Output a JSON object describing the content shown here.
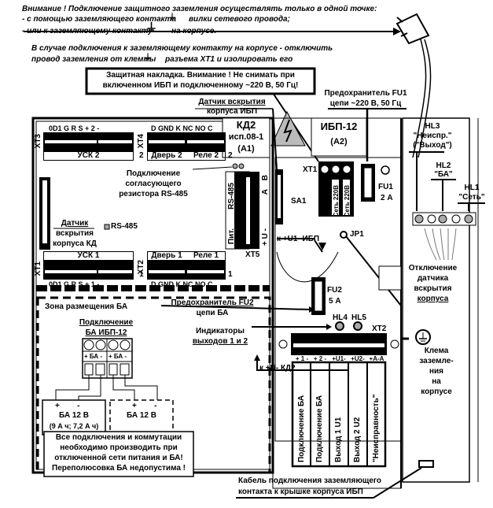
{
  "warning_top": {
    "line1": "Внимание ! Подключение защитного заземления осуществлять только в одной точке:",
    "line2_a": "- с помощью заземляющего контакта",
    "line2_b": "вилки сетевого провода;",
    "line3_a": "- или к заземляющему контакту",
    "line3_b": "на корпусе.",
    "line4": "В случае подключения к заземляющему контакту на корпусе - отключить",
    "line5_a": "провод заземления от клеммы",
    "line5_b": "разъема XT1 и изолировать его"
  },
  "cover_warning": {
    "line1": "Защитная накладка. Внимание ! Не снимать при",
    "line2": "включенном ИБП и подключенному ~220 В, 50 Гц!"
  },
  "labels": {
    "sensor_ibp_1": "Датчик вскрытия",
    "sensor_ibp_2": "корпуса ИБП",
    "fu1_title_1": "Предохранитель FU1",
    "fu1_title_2": "цепи ~220 В, 50 Гц",
    "kd2_1": "КД2",
    "kd2_2": "исп.08-1",
    "kd2_3": "(А1)",
    "ibp_1": "ИБП-12",
    "ibp_2": "(А2)",
    "xt1": "XT1",
    "fu1": "FU1",
    "fu1_rating": "2 А",
    "set_220_a": "Сеть 220В",
    "set_220_b": "Сеть 220В",
    "sa1": "SA1",
    "hl3_1": "HL3",
    "hl3_2": "\"Неиспр.\"",
    "hl3_3": "(\"Выход\")",
    "hl2_1": "HL2",
    "hl2_2": "\"БА\"",
    "hl1_1": "HL1",
    "hl1_2": "\"Сеть\"",
    "resistor_1": "Подключение",
    "resistor_2": "согласующего",
    "resistor_3": "резистора RS-485",
    "rs485_led": "RS-485",
    "sensor_kd_1": "Датчик",
    "sensor_kd_2": "вскрытия",
    "sensor_kd_3": "корпуса КД",
    "xt5": "XT5",
    "xt5_rs485": "RS-485",
    "xt5_pit": "Пит.",
    "xt5_b": "B",
    "xt5_a": "A",
    "xt5_u": "+ U -",
    "to_u1_ibp": "к +U1- ИБП",
    "jp1": "JP1",
    "fu2": "FU2",
    "fu2_rating": "5 А",
    "tamper_off_1": "Отключение",
    "tamper_off_2": "датчика",
    "tamper_off_3": "вскрытия",
    "tamper_off_4": "корпуса",
    "fu2_title_1": "Предохранитель FU2",
    "fu2_title_2": "цепи БА",
    "ind_1": "Индикаторы",
    "ind_2": "выходов 1 и 2",
    "hl4": "HL4",
    "hl5": "HL5",
    "xt2_right": "XT2",
    "ground_1": "Клема",
    "ground_2": "заземле-",
    "ground_3": "ния",
    "ground_4": "на",
    "ground_5": "корпусе",
    "to_u_kd2": "к +U- КД2",
    "ba_zone": "Зона размещения БА",
    "ba_conn_1": "Подключение",
    "ba_conn_2": "БА ИБП-12",
    "ba_term_1": "+ БА -",
    "ba_term_2": "+ БА -",
    "bat1_pol": "+        -",
    "bat1_1": "БА 12 В",
    "bat1_2": "(9 А ч; 7,2 А ч)",
    "bat2_pol": "+        -",
    "bat2_1": "БА 12 В",
    "safety_1": "Все подключения и коммутации",
    "safety_2": "необходимо производить при",
    "safety_3": "отключенной сети питания и БА!",
    "safety_4": "Переполюсовка БА недопустима !",
    "cable_1": "Кабель подключения заземляющего",
    "cable_2": "контакта к крышке корпуса ИБП"
  },
  "kd_terminals": {
    "xt3": "XT3",
    "xt4": "XT4",
    "xt1": "XT1",
    "xt2": "XT2",
    "top_pins_usk": "0D1  G   R   S   + 2 -",
    "top_pins_dr": "D GND K  NC NO  C",
    "usk2": "УСК 2",
    "door2": "Дверь 2",
    "relay2": "Реле 2",
    "usk1": "УСК 1",
    "door1": "Дверь 1",
    "relay1": "Реле 1",
    "bot_pins_usk": "0D1  G   R   S   + 1 -",
    "bot_pins_dr": "D GND K  NC NO  C",
    "num2a": "2",
    "num2b": "2",
    "num1a": "1",
    "num1b": "1"
  },
  "xt2_terminals": {
    "pins": [
      "+ 1 -",
      "+ 2 -",
      "+U1-",
      "+U2-",
      "+A-A"
    ],
    "descriptions": [
      "Подключение БА",
      "Подключение БА",
      "Выход 1 U1",
      "Выход 2 U2",
      "\"Неисправность\""
    ]
  }
}
